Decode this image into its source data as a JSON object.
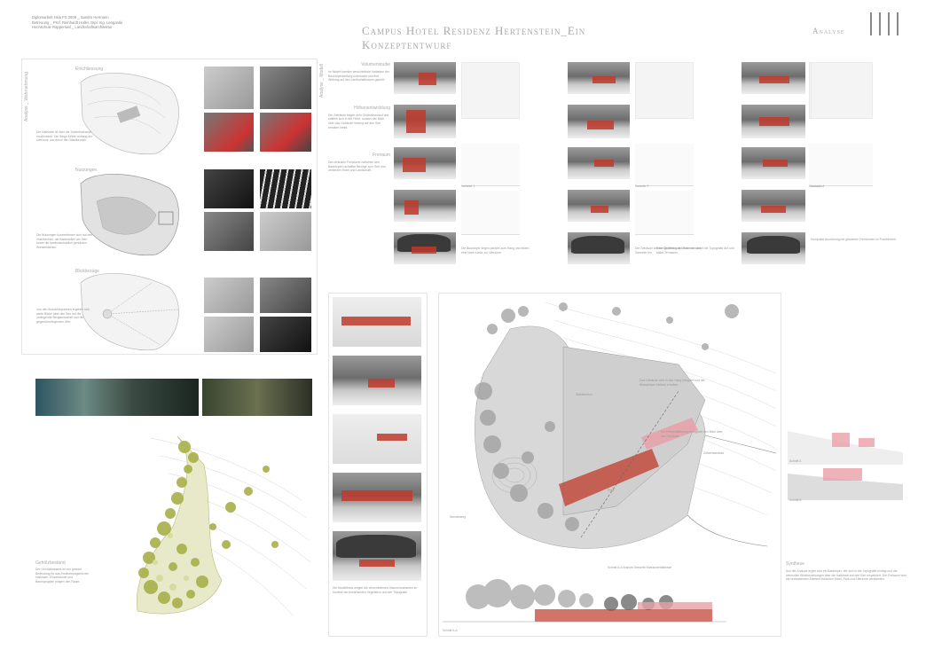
{
  "header": {
    "meta": [
      "Diplomarbeit Hslu FS 2009 _ Sandro Hermann",
      "Betreuung _ Prof. Reinhardt Haller, Dipl. Ing. Lengarski",
      "Hochschule Rapperswil _ Landschaftsarchitektur"
    ],
    "title": "Campus Hotel Residenz Hertenstein_Ein Konzeptentwurf",
    "section": "Analyse"
  },
  "left": {
    "side_label": "Analyse _ Wahrnehmung",
    "panels": [
      {
        "heading": "Erschliessung",
        "text": "Die Halbinsel ist über die Zufahrtsstrasse erschlossen. Die Wege führen entlang der Uferzone und durch den Waldbereich."
      },
      {
        "heading": "Nutzungen",
        "text": "Die Nutzungen konzentrieren sich auf den Hotelbereich, die Badestellen am Ufer sowie die landwirtschaftlich genutzten Wiesenflächen."
      },
      {
        "heading": "Blickbezüge",
        "text": "Von den Aussichtspunkten ergeben sich weite Blicke über den See auf die umliegende Berglandschaft und die gegenüberliegenden Ufer."
      }
    ],
    "trees_heading": "Gehölzbestand",
    "trees_text": "Der Gehölzbestand ist von grosser Bedeutung für das Erscheinungsbild der Halbinsel. Einzelbäume und Baumgruppen prägen den Raum."
  },
  "middle_top": {
    "side_label": "Analyse _ Modell",
    "blocks": [
      {
        "heading": "Volumenstudie",
        "text": "Im Modell werden verschiedene Varianten der Baukörperstellung untersucht und ihre Wirkung auf den Landschaftsraum geprüft."
      },
      {
        "heading": "Höhenentwicklung",
        "text": "Die Gebäude folgen dem Geländeverlauf und staffeln sich in der Höhe, sodass der Blick über das Gebäude hinweg auf den See erhalten bleibt."
      },
      {
        "heading": "Freiraum",
        "text": "Die zentralen Freiräume zwischen den Baukörpern schaffen Bezüge zum See und verbinden Hotel und Landschaft."
      }
    ]
  },
  "variants": [
    {
      "label": "Variante 1",
      "caption": "Die Baukörper liegen parallel zum Hang und bilden eine klare Kante zur Uferzone."
    },
    {
      "label": "Variante 2",
      "caption": "Die Gebäude werden gedreht und öffnen sich zur Seeseite hin."
    },
    {
      "label": "Variante 3",
      "caption": "Eine Staffelung der Volumen nimmt die Topografie auf und bildet Terrassen."
    },
    {
      "label": "Variante 4",
      "caption": "Kompakte Anordnung mit grösseren Freiräumen im Parkbereich."
    }
  ],
  "sections_right": {
    "labels": [
      "Schnitt A",
      "Schnitt B"
    ]
  },
  "plan": {
    "annotations": [
      "Waldbereich",
      "Das Gebäude wird in den Hang integriert und die Blickachsen bleiben erhalten.",
      "Die Höhenstaffelung ermöglicht den Blick über das Gebäude.",
      "Seeuferweg",
      "Zufahrtsstrasse",
      "Platz",
      "Schnitt A-A Ansicht Seeseite Niveauverhältnisse"
    ],
    "section_label": "Schnitt A-A"
  },
  "middle_bottom_caption": "Die Modellfotos zeigen die verschiedenen Volumenvarianten im Kontext der bestehenden Vegetation und der Topografie.",
  "conclusion": {
    "heading": "Synthese",
    "text": "Aus der Analyse ergibt sich ein Baukörper, der sich in die Topografie einfügt und die wertvollen Blickbeziehungen über die Halbinsel auf den See respektiert. Der Freiraum wird als verbindendes Element zwischen Hotel, Park und Uferzone verstanden."
  },
  "colors": {
    "accent": "#c0392b",
    "pink": "#e8a0a8",
    "green": "#a8b04a",
    "grey": "#9a9a9a"
  }
}
